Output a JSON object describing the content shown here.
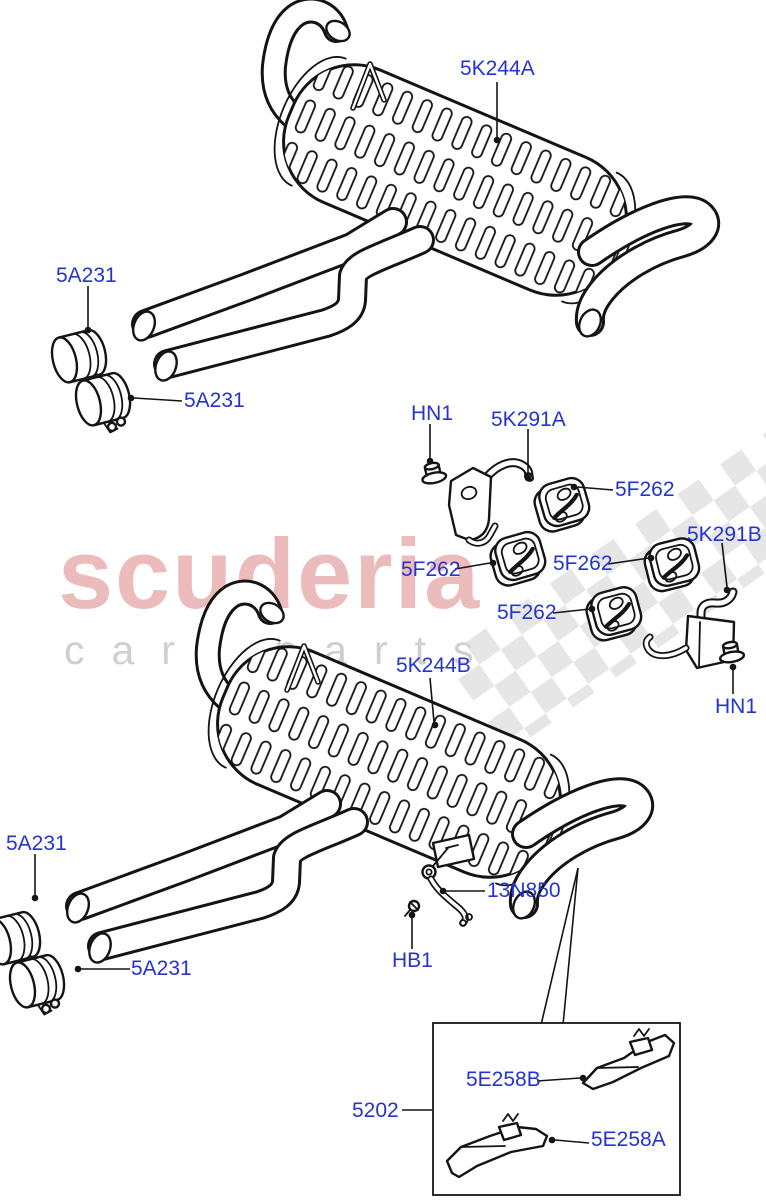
{
  "diagram": {
    "type": "exhaust-system-parts-diagram",
    "watermark": {
      "brand": "scuderia",
      "tagline": "car parts"
    },
    "colors": {
      "label-blue": "#2334cf",
      "line": "#141414",
      "watermark-pink": "rgba(201,62,62,0.35)",
      "watermark-gray": "#cfcfcf",
      "checker": "#d9d9d9"
    },
    "part_labels": [
      {
        "label": "5K244A"
      },
      {
        "label": "5A231"
      },
      {
        "label": "5A231"
      },
      {
        "label": "HN1"
      },
      {
        "label": "5K291A"
      },
      {
        "label": "5F262"
      },
      {
        "label": "5K291B"
      },
      {
        "label": "5F262"
      },
      {
        "label": "5F262"
      },
      {
        "label": "5F262"
      },
      {
        "label": "HN1"
      },
      {
        "label": "5K244B"
      },
      {
        "label": "5A231"
      },
      {
        "label": "5A231"
      },
      {
        "label": "13N850"
      },
      {
        "label": "HB1"
      },
      {
        "label": "5202"
      },
      {
        "label": "5E258B"
      },
      {
        "label": "5E258A"
      }
    ]
  }
}
